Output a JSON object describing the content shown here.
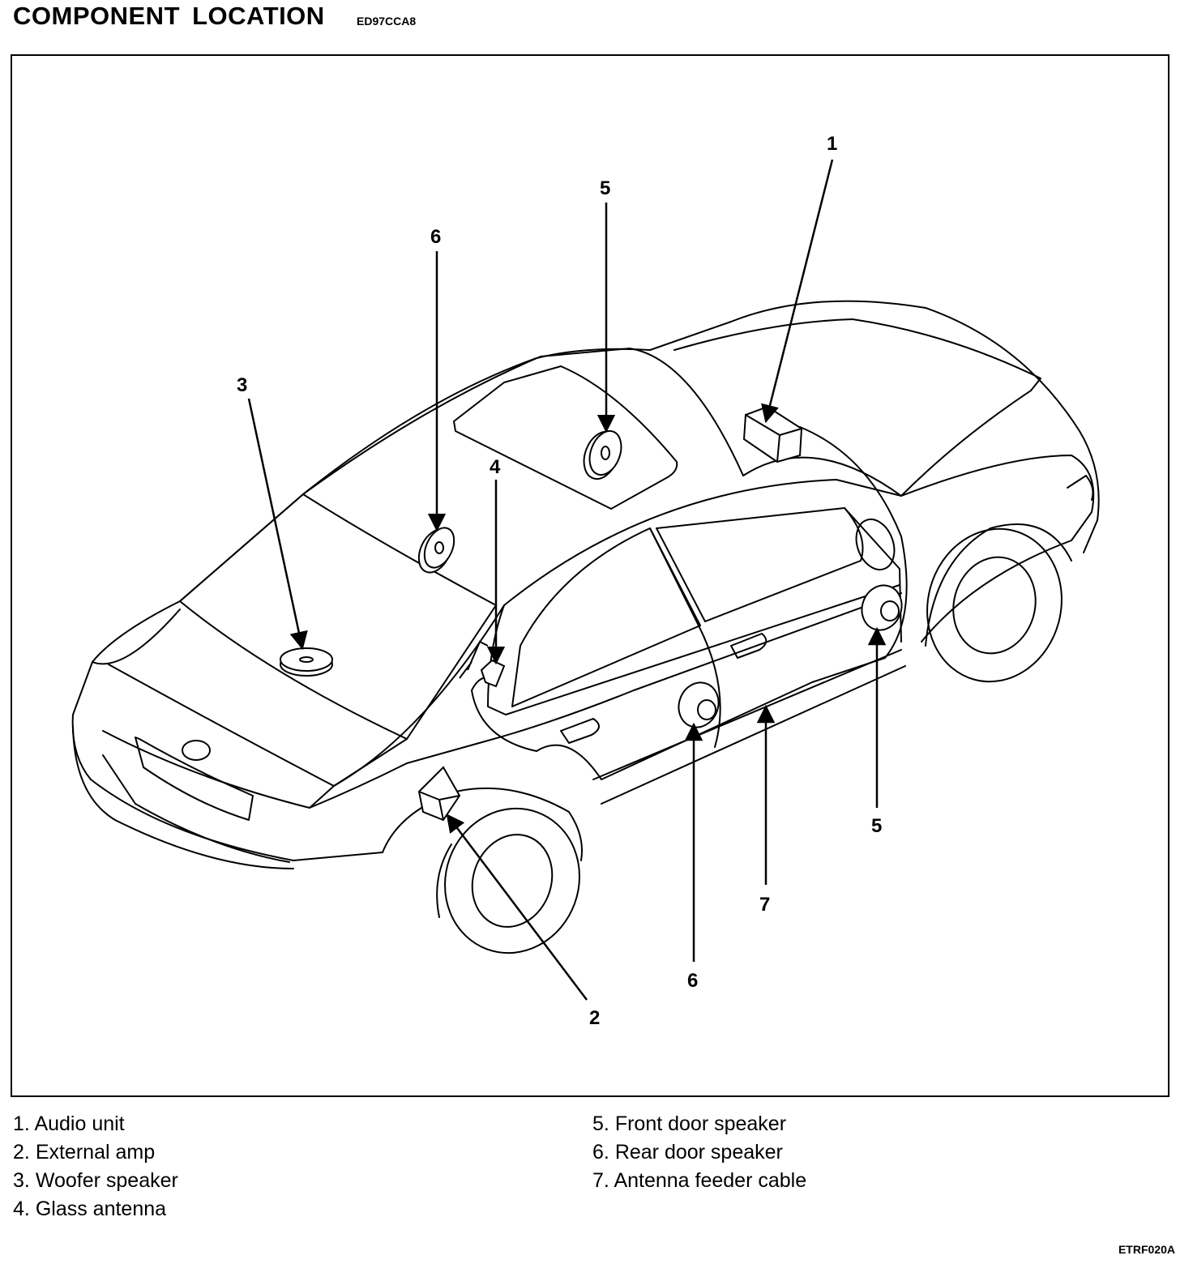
{
  "header": {
    "title": "COMPONENT LOCATION",
    "code": "ED97CCA8"
  },
  "callouts": {
    "c1": "1",
    "c2": "2",
    "c3": "3",
    "c4": "4",
    "c5_top": "5",
    "c5_side": "5",
    "c6_top": "6",
    "c6_side": "6",
    "c7": "7"
  },
  "legend": {
    "left": [
      {
        "num": "1.",
        "label": "Audio unit"
      },
      {
        "num": "2.",
        "label": "External amp"
      },
      {
        "num": "3.",
        "label": "Woofer speaker"
      },
      {
        "num": "4.",
        "label": "Glass antenna"
      }
    ],
    "right": [
      {
        "num": "5.",
        "label": "Front door speaker"
      },
      {
        "num": "6.",
        "label": "Rear door speaker"
      },
      {
        "num": "7.",
        "label": "Antenna feeder cable"
      }
    ]
  },
  "figure_code": "ETRF020A"
}
